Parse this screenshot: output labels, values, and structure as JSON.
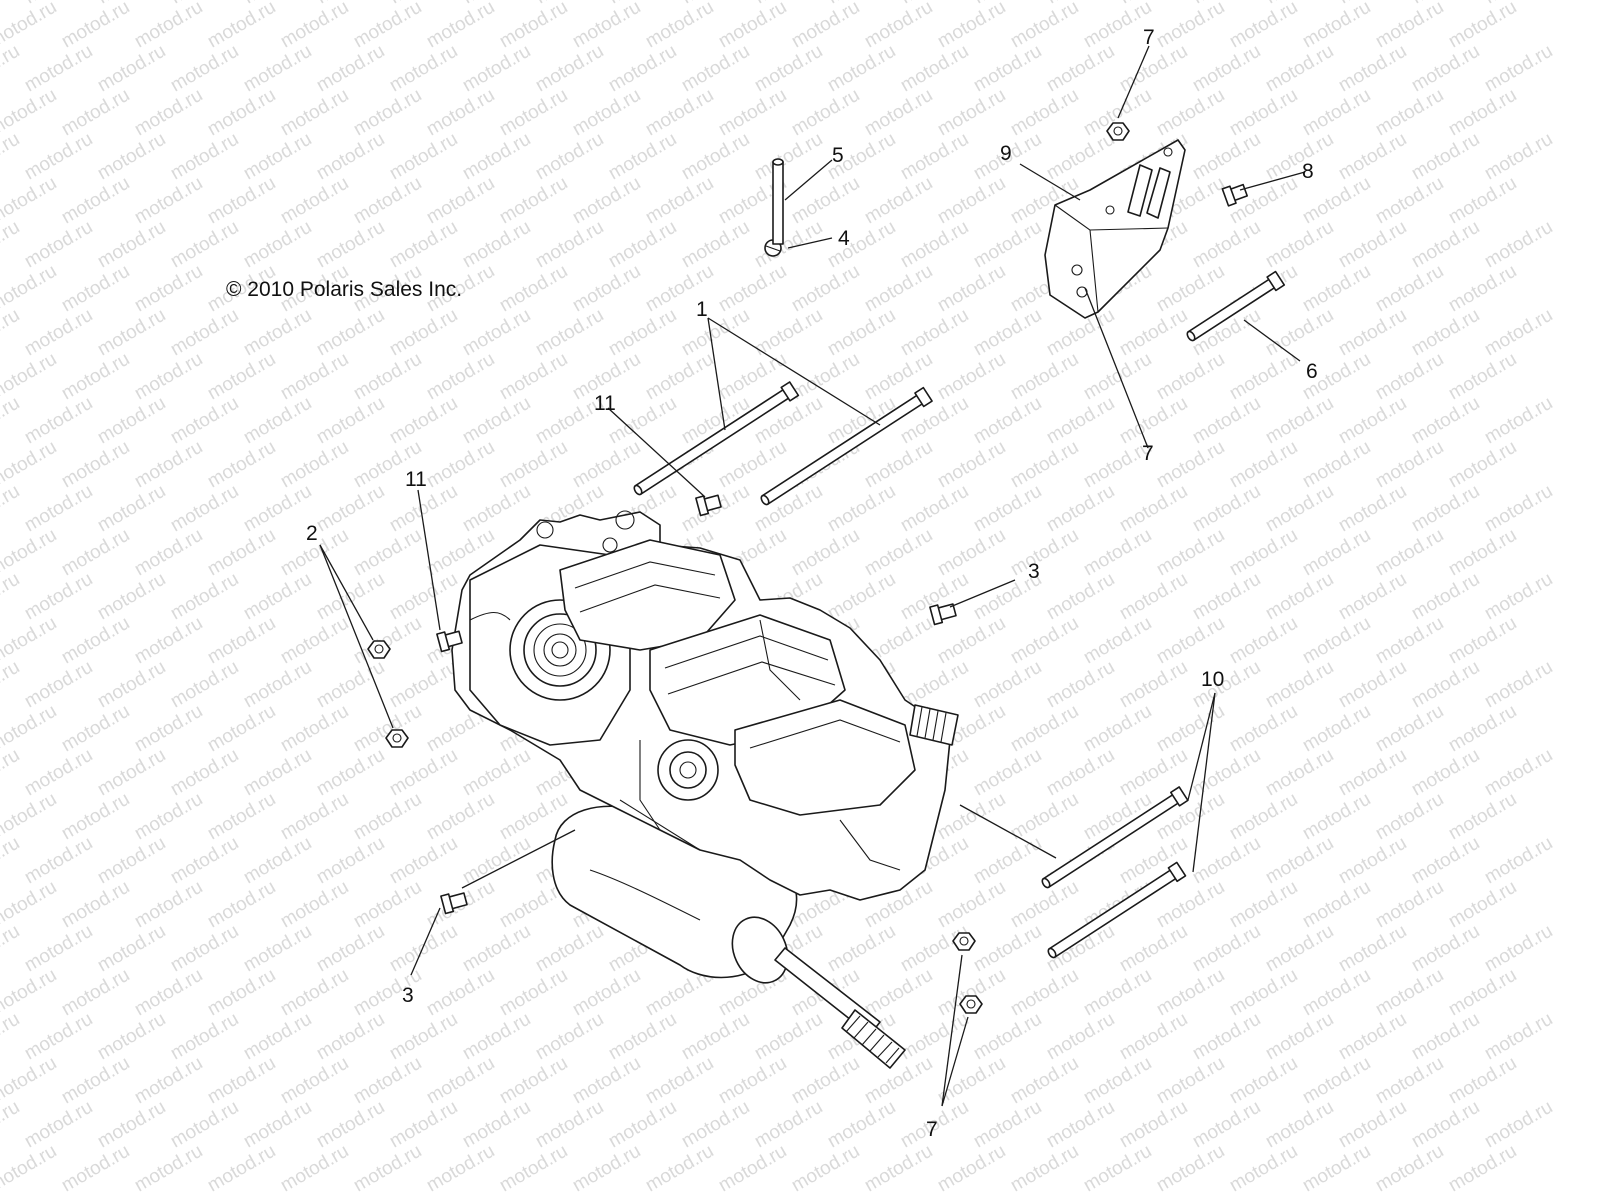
{
  "copyright": "© 2010 Polaris Sales Inc.",
  "watermark": "motod.ru",
  "callouts": {
    "c1": "1",
    "c2": "2",
    "c3a": "3",
    "c3b": "3",
    "c4": "4",
    "c5": "5",
    "c6": "6",
    "c7a": "7",
    "c7b": "7",
    "c7c": "7",
    "c8": "8",
    "c9": "9",
    "c10": "10",
    "c11a": "11",
    "c11b": "11"
  },
  "colors": {
    "line": "#1a1a1a",
    "watermark": "#d9d9d9",
    "background": "#ffffff"
  }
}
